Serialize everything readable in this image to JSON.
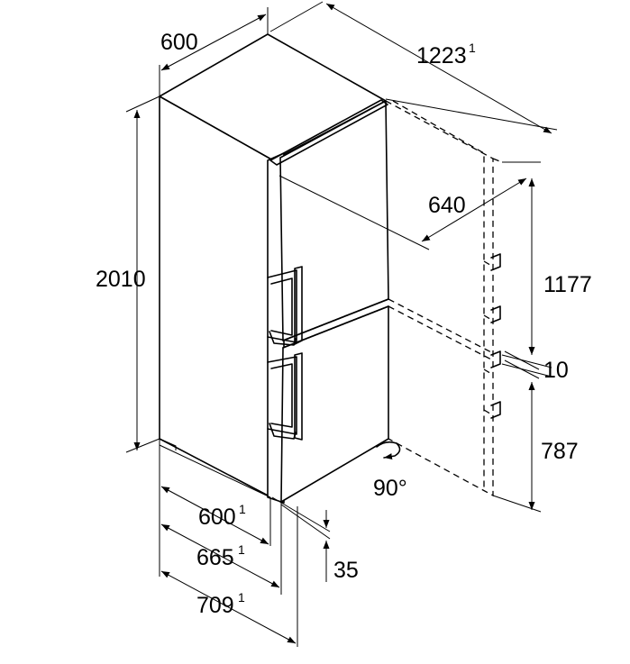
{
  "dimensions": {
    "width_top": "600",
    "depth_door_open": "1223",
    "depth_door_open_sup": "1",
    "door_clearance": "640",
    "height_total": "2010",
    "height_upper": "1177",
    "gap": "10",
    "height_lower": "787",
    "angle": "90°",
    "depth_body": "600",
    "depth_body_sup": "1",
    "depth_with_door": "665",
    "depth_with_door_sup": "1",
    "depth_with_handle": "709",
    "depth_with_handle_sup": "1",
    "handle_offset": "35"
  }
}
